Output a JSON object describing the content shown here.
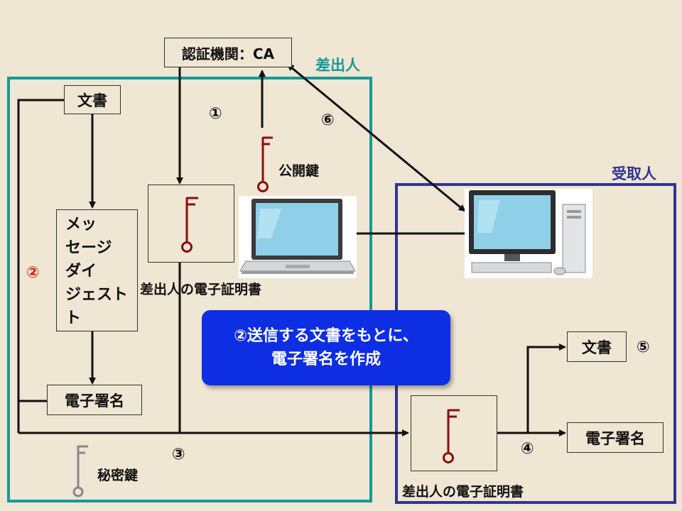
{
  "nodes": {
    "ca": "認証機関：CA",
    "document_sender": "文書",
    "digest_lines": [
      "メッ",
      "セージ",
      "ダイ",
      "ジェスト"
    ],
    "digest_last": "ト",
    "signature_sender": "電子署名",
    "document_receiver": "文書",
    "signature_receiver": "電子署名"
  },
  "labels": {
    "sender": "差出人",
    "receiver": "受取人",
    "public_key": "公開鍵",
    "secret_key": "秘密鍵",
    "certificate_sender": "差出人の電子証明書",
    "certificate_receiver": "差出人の電子証明書"
  },
  "steps": {
    "s1": "①",
    "s2": "②",
    "s3": "③",
    "s4": "④",
    "s5": "⑤",
    "s6": "⑥"
  },
  "callout": {
    "line1": "②送信する文書をもとに、",
    "line2": "電子署名を作成"
  },
  "colors": {
    "background": "#efe6d3",
    "sender_frame": "#169a98",
    "receiver_frame": "#2f3590",
    "key_red": "#8b0e10",
    "key_gray": "#888888",
    "sender_label": "#169a98",
    "receiver_label": "#2f3590",
    "step2_highlight": "#d8220e",
    "callout_bg": "#0d2ee2"
  },
  "icons": [
    "key-icon",
    "laptop-icon",
    "desktop-pc-icon"
  ]
}
